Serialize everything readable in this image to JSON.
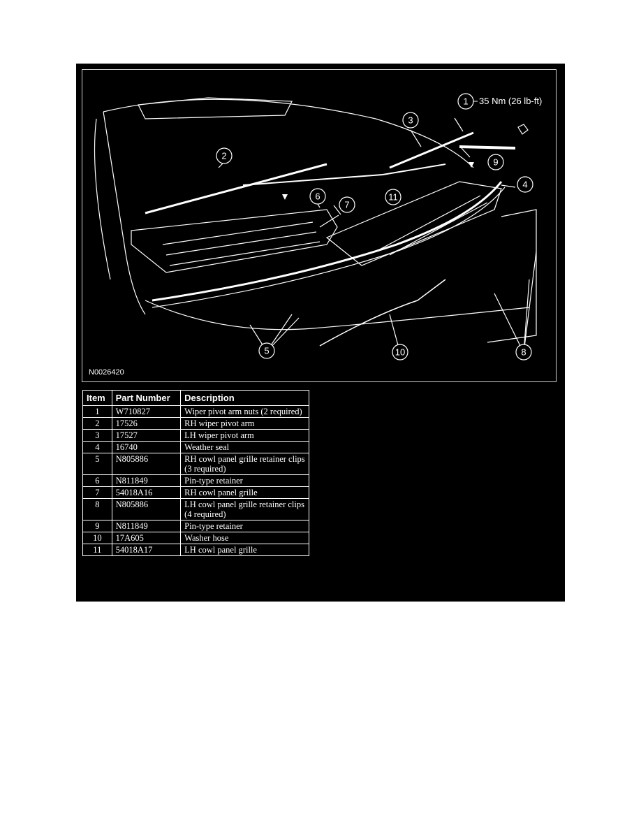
{
  "figure": {
    "id_label": "N0026420",
    "torque_spec": "35 Nm (26 lb-ft)",
    "callouts": [
      "1",
      "2",
      "3",
      "4",
      "5",
      "6",
      "7",
      "8",
      "9",
      "10",
      "11"
    ]
  },
  "table": {
    "headers": [
      "Item",
      "Part Number",
      "Description"
    ],
    "rows": [
      {
        "item": "1",
        "part": "W710827",
        "desc": "Wiper pivot arm nuts (2 required)"
      },
      {
        "item": "2",
        "part": "17526",
        "desc": "RH wiper pivot arm"
      },
      {
        "item": "3",
        "part": "17527",
        "desc": "LH wiper pivot arm"
      },
      {
        "item": "4",
        "part": "16740",
        "desc": "Weather seal"
      },
      {
        "item": "5",
        "part": "N805886",
        "desc": "RH cowl panel grille retainer clips (3 required)"
      },
      {
        "item": "6",
        "part": "N811849",
        "desc": "Pin-type retainer"
      },
      {
        "item": "7",
        "part": "54018A16",
        "desc": "RH cowl panel grille"
      },
      {
        "item": "8",
        "part": "N805886",
        "desc": "LH cowl panel grille retainer clips (4 required)"
      },
      {
        "item": "9",
        "part": "N811849",
        "desc": "Pin-type retainer"
      },
      {
        "item": "10",
        "part": "17A605",
        "desc": "Washer hose"
      },
      {
        "item": "11",
        "part": "54018A17",
        "desc": "LH cowl panel grille"
      }
    ]
  }
}
